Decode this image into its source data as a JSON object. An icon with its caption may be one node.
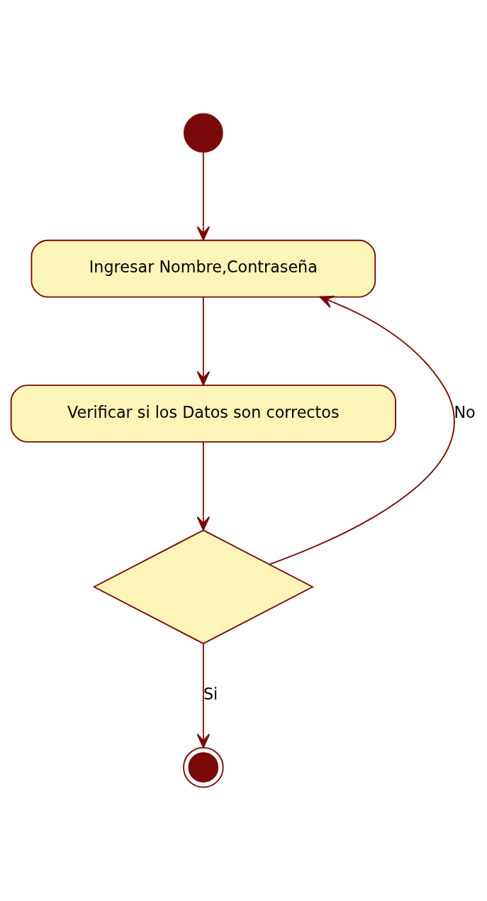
{
  "diagram": {
    "nodes": [
      {
        "text": [],
        "shape": "circle"
      },
      {
        "text": [
          "Ingresar Nombre,Contraseña"
        ]
      },
      {
        "text": [
          "Verificar si los Datos son correctos"
        ]
      },
      {
        "text": [],
        "shape": "diamond"
      },
      {
        "text": [],
        "shape": "circle"
      }
    ],
    "edges": [
      {
        "from": 0,
        "to": 1,
        "arrow": "to"
      },
      {
        "from": 1,
        "to": 2,
        "arrow": "to"
      },
      {
        "from": 2,
        "to": 3,
        "arrow": "to"
      },
      {
        "from": 3,
        "to": 1,
        "arrow": "to",
        "label": "No"
      },
      {
        "from": 3,
        "to": 4,
        "arrow": "to",
        "label": "Si"
      }
    ]
  }
}
